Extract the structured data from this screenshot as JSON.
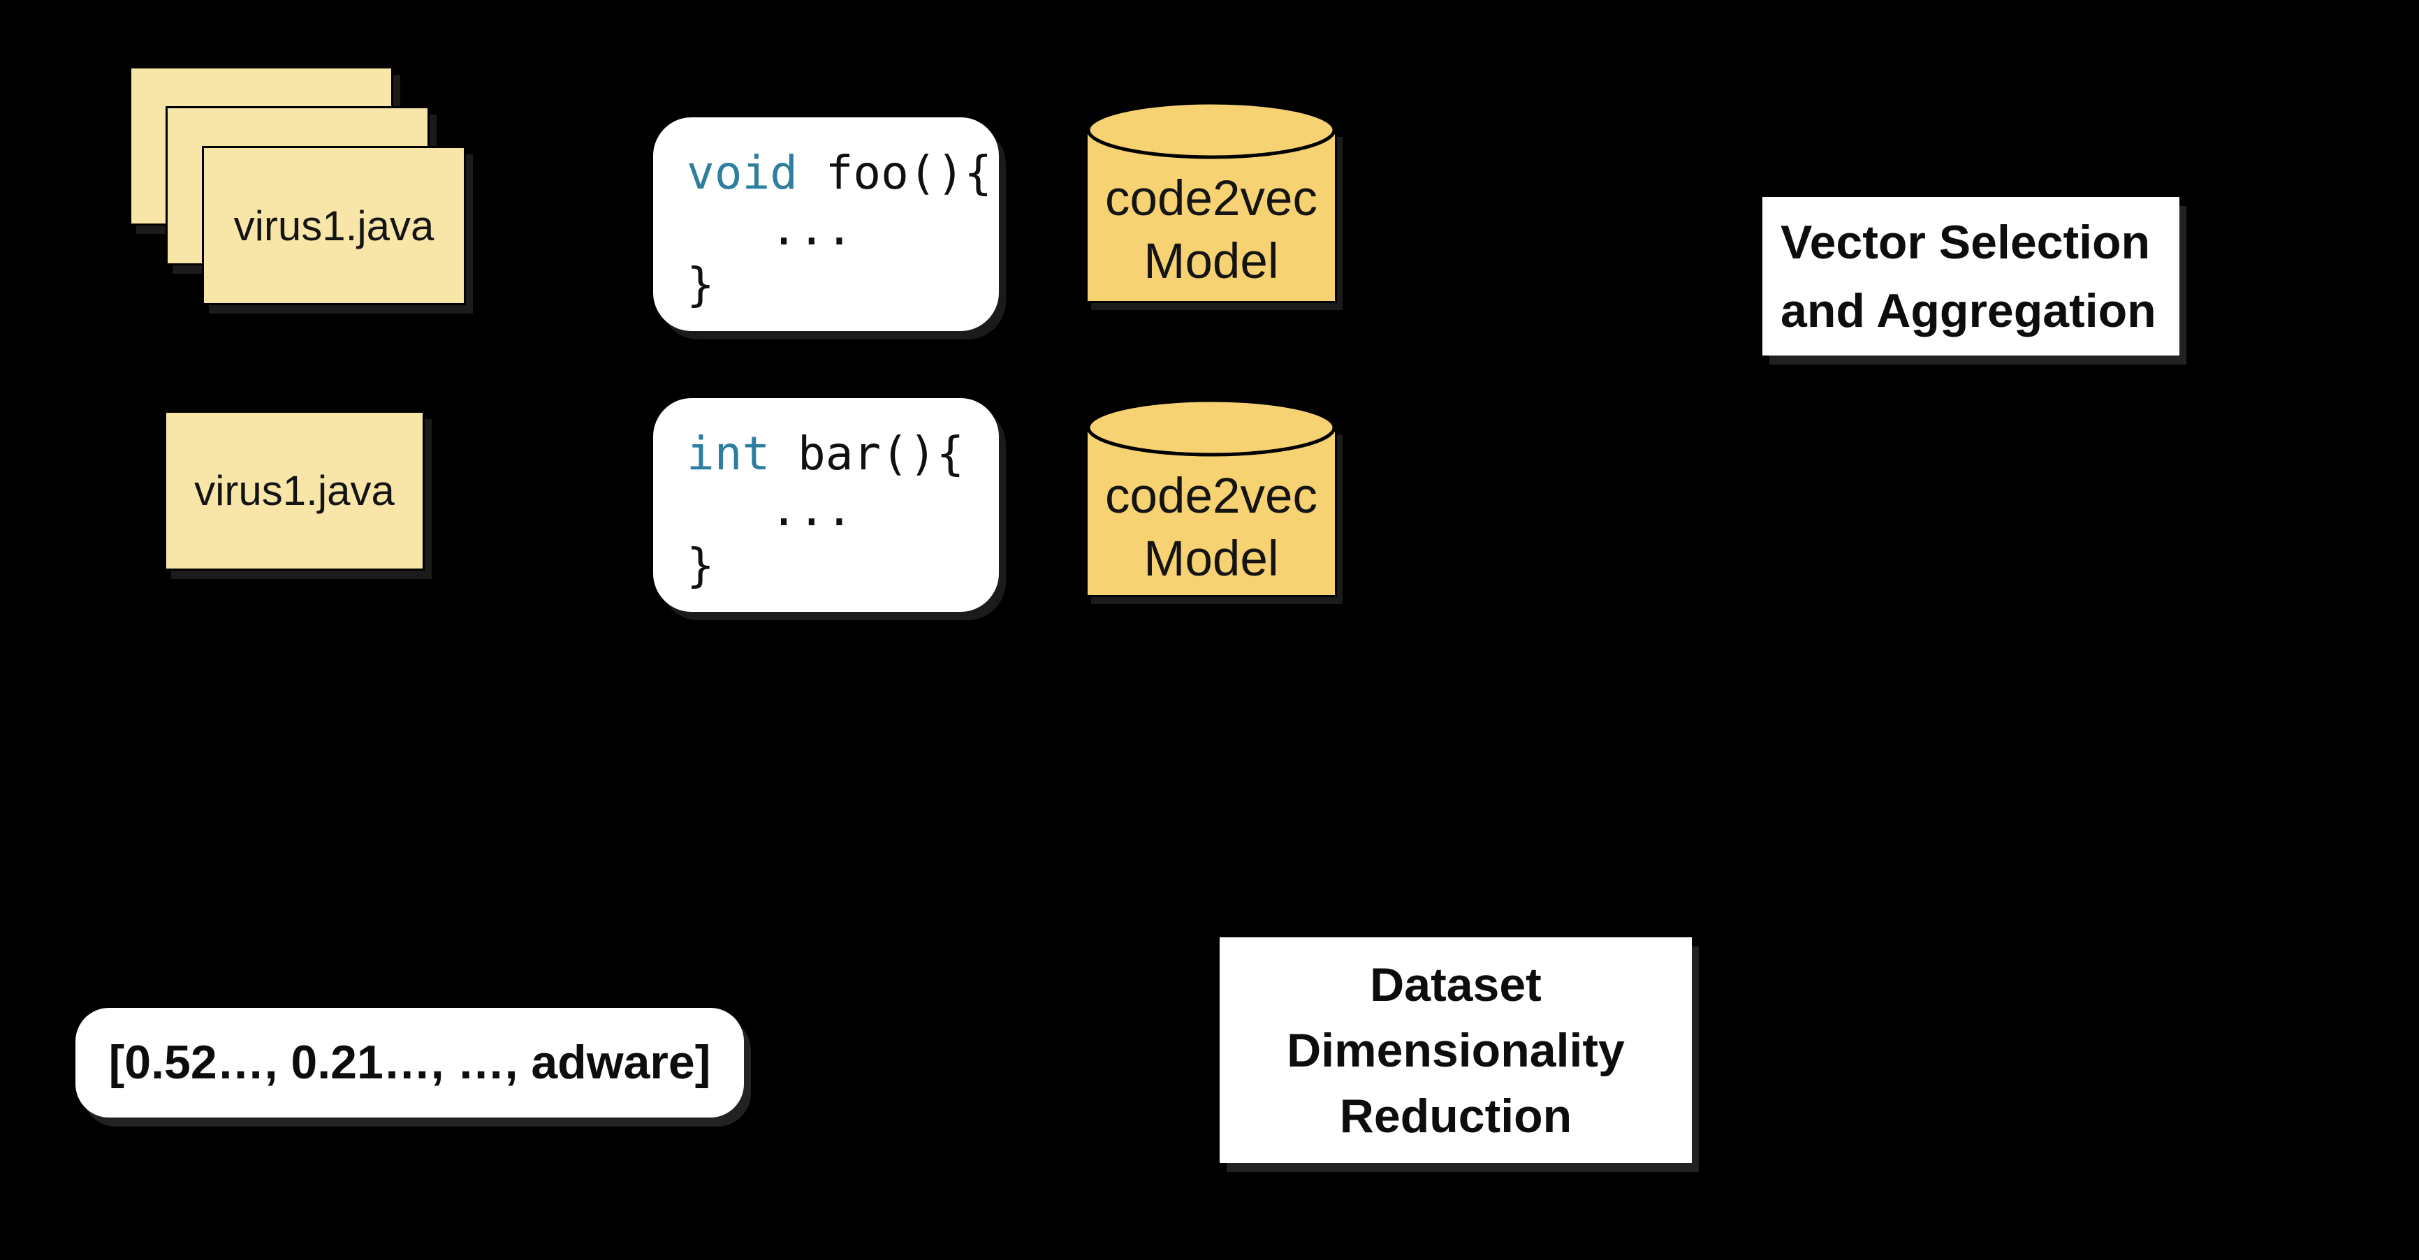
{
  "figure": {
    "background": "#000000",
    "colors": {
      "card_yellow": "#F8E6A9",
      "cylinder_gold": "#F6D273",
      "keyword_teal": "#2E7F9F",
      "box_white": "#FFFFFF",
      "ink": "#111111"
    }
  },
  "nodes": {
    "source_files_stack": {
      "label": "virus1.java"
    },
    "source_file": {
      "label": "virus1.java"
    },
    "method_foo": {
      "keyword": "void",
      "signature": " foo(){",
      "body": "   ...",
      "closing": "}"
    },
    "method_bar": {
      "keyword": "int",
      "signature": " bar(){",
      "body": "   ...",
      "closing": "}"
    },
    "model_top": {
      "line1": "code2vec",
      "line2": "Model"
    },
    "model_bottom": {
      "line1": "code2vec",
      "line2": "Model"
    },
    "vector_selection": {
      "line1": "Vector Selection",
      "line2": "and Aggregation"
    },
    "dataset_reduction": {
      "line1": "Dataset",
      "line2": "Dimensionality",
      "line3": "Reduction"
    },
    "feature_vector": {
      "text": "[0.52…, 0.21…, …, adware]"
    }
  }
}
